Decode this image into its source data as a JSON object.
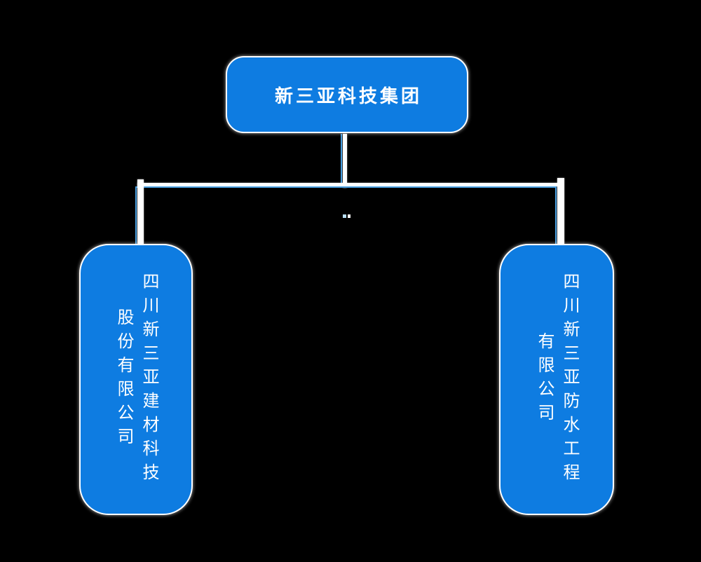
{
  "canvas": {
    "background": "#000000"
  },
  "palette": {
    "node_fill": "#0e7ce1",
    "node_outline": "#ffffff",
    "node_text": "#ffffff",
    "connector_main": "#ffffff",
    "connector_accent": "#4a9fe0"
  },
  "tree": {
    "root": {
      "label": "新三亚科技集团"
    },
    "children": [
      {
        "name": "四川新三亚建材科技股份有限公司",
        "text_columns": {
          "right": "四川新三亚建材科技",
          "left": "股份有限公司"
        }
      },
      {
        "name": "四川新三亚防水工程有限公司",
        "text_columns": {
          "right": "四川新三亚防水工程",
          "left": "有限公司"
        }
      }
    ]
  }
}
